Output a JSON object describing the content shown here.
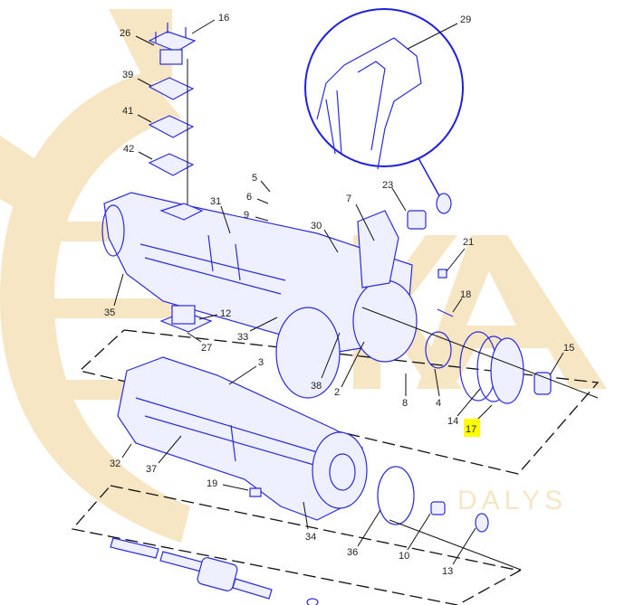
{
  "diagram": {
    "title": "Axle assembly exploded parts view",
    "highlight_color": "#ffff00",
    "part_color": "#2a2ae0",
    "watermark": {
      "text": "EKSA",
      "subtext": "DALYS",
      "color": "#f7e6c4"
    },
    "labels": {
      "p16": "16",
      "p26": "26",
      "p39": "39",
      "p41": "41",
      "p42": "42",
      "p29": "29",
      "p5": "5",
      "p6": "6",
      "p9": "9",
      "p31": "31",
      "p7": "7",
      "p23": "23",
      "p30": "30",
      "p21": "21",
      "p18": "18",
      "p35": "35",
      "p12": "12",
      "p33": "33",
      "p27": "27",
      "p15": "15",
      "p3": "3",
      "p38": "38",
      "p2": "2",
      "p8": "8",
      "p4": "4",
      "p14": "14",
      "p17": "17",
      "p32": "32",
      "p37": "37",
      "p19": "19",
      "p34": "34",
      "p36": "36",
      "p10": "10",
      "p13": "13"
    },
    "highlighted_label": "17"
  }
}
